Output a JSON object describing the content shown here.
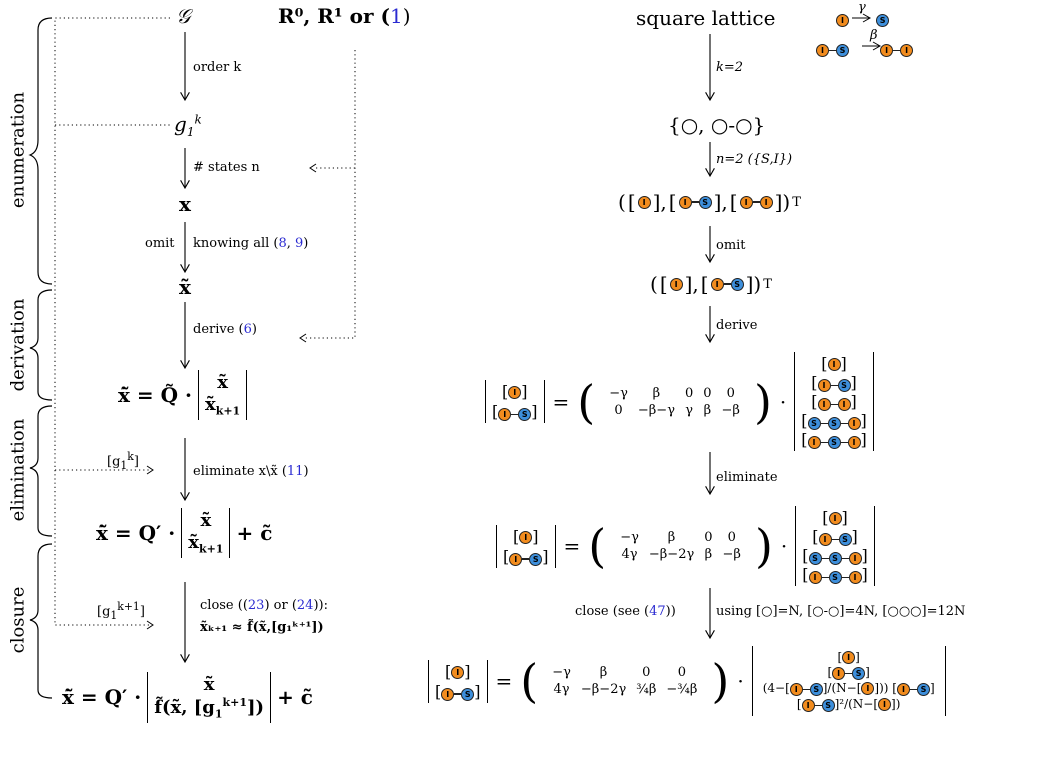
{
  "phases": {
    "enumeration": "enumeration",
    "derivation": "derivation",
    "elimination": "elimination",
    "closure": "closure"
  },
  "left": {
    "G": "𝒢",
    "inputs_pre": "R",
    "inputs_text": "R⁰, R¹ or (",
    "inputs_ref": "1",
    "inputs_post": ")",
    "order_k": "order k",
    "g1k": "g",
    "states": "# states n",
    "x": "x",
    "omit": "omit",
    "knowing": "knowing all (",
    "ref8": "8",
    "ref9": "9",
    "xtilde": "x̃",
    "derive": "derive (",
    "ref6": "6",
    "eq1": "ẋ̃ = Q̃ ·",
    "gk_label": "[g",
    "eliminate": "eliminate x\\x̃ (",
    "ref11": "11",
    "eq2": "ẋ̃ = Q′ ·",
    "ctilde": "+ c̃",
    "gk1_label": "[g",
    "close": "close ((",
    "ref23": "23",
    "or": ") or (",
    "ref24": "24",
    "close_end": ")):",
    "approx": "x̃ₖ₊₁ ≈ f̃(x̃,[g₁ᵏ⁺¹])",
    "eq3": "ẋ̃ = Q′ ·"
  },
  "right": {
    "square_lattice": "square lattice",
    "gamma": "γ",
    "beta": "β",
    "k2": "k=2",
    "set": "{○, ○-○}",
    "n2": "n=2  ({S,I})",
    "omit": "omit",
    "derive": "derive",
    "eliminate": "eliminate",
    "close_see": "close (see (",
    "ref47": "47",
    "close_see_end": "))",
    "using": "using [○]=N, [○-○]=4N, [○○○]=12N",
    "mat1": [
      [
        "−γ",
        "β",
        "0",
        "0",
        "0"
      ],
      [
        "0",
        "−β−γ",
        "γ",
        "β",
        "−β"
      ]
    ],
    "mat2": [
      [
        "−γ",
        "β",
        "0",
        "0"
      ],
      [
        "4γ",
        "−β−2γ",
        "β",
        "−β"
      ]
    ],
    "mat3": [
      [
        "−γ",
        "β",
        "0",
        "0"
      ],
      [
        "4γ",
        "−β−2γ",
        "¾β",
        "−¾β"
      ]
    ],
    "closure_expr": "(4−",
    "closure_den": "N−[",
    "transpose": "T",
    "N": "N"
  },
  "colors": {
    "infected": "#f28c1e",
    "susceptible": "#3d8fdc",
    "reference": "#2b2bd1"
  }
}
